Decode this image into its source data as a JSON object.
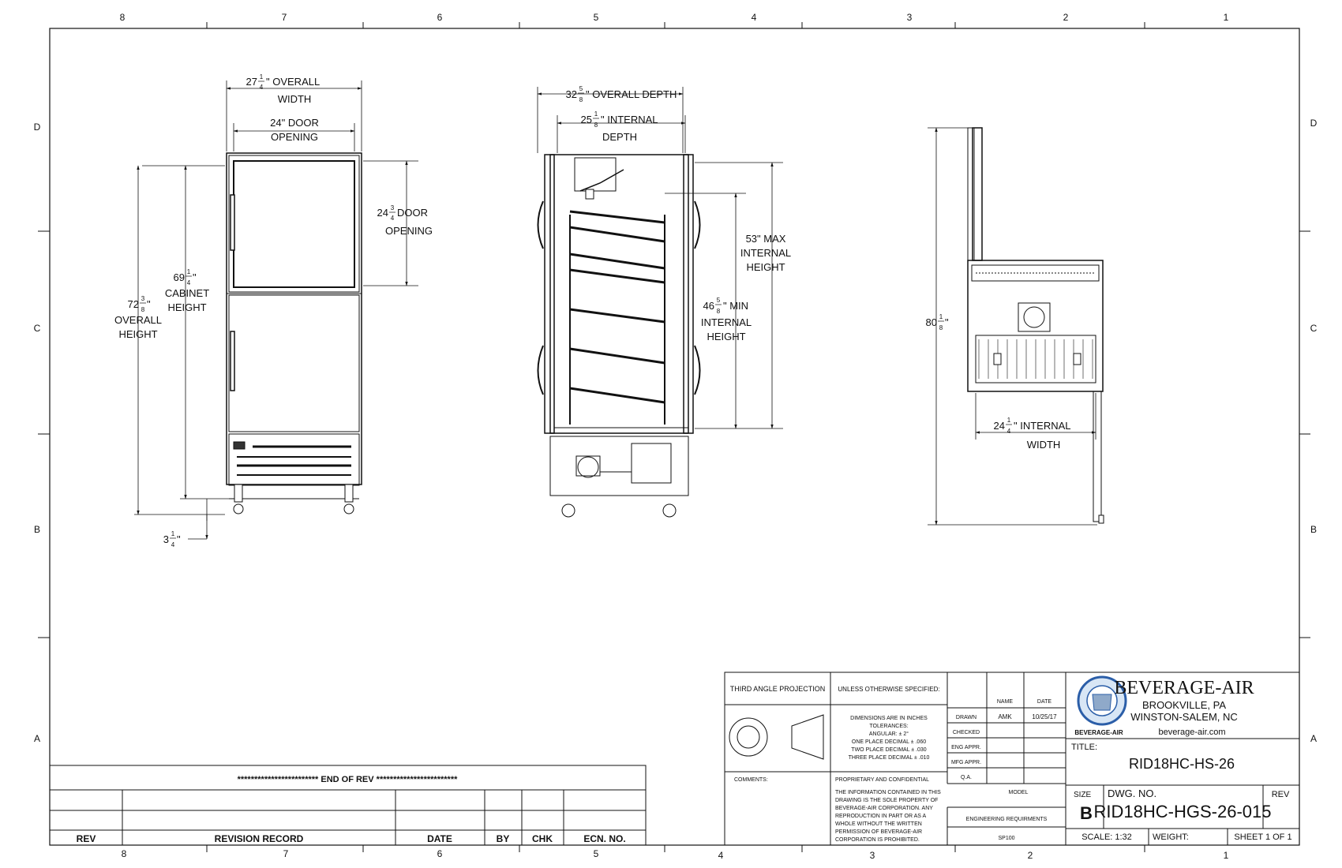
{
  "grid": {
    "columns_top": [
      "8",
      "7",
      "6",
      "5",
      "4",
      "3",
      "2",
      "1"
    ],
    "columns_bottom": [
      "8",
      "7",
      "6",
      "5",
      "4",
      "3",
      "2",
      "1"
    ],
    "rows_left": [
      "D",
      "C",
      "B",
      "A"
    ],
    "rows_right": [
      "D",
      "C",
      "B",
      "A"
    ]
  },
  "front_view": {
    "overall_width": {
      "whole": "27",
      "num": "1",
      "den": "4",
      "label": "\" OVERALL",
      "label2": "WIDTH"
    },
    "door_opening_width": {
      "label": "24\" DOOR",
      "label2": "OPENING"
    },
    "door_opening_height": {
      "whole": "24",
      "num": "3",
      "den": "4",
      "label": " DOOR",
      "label2": "OPENING"
    },
    "cabinet_height": {
      "whole": "69",
      "num": "1",
      "den": "4",
      "label": "\"",
      "label2": "CABINET",
      "label3": "HEIGHT"
    },
    "overall_height": {
      "whole": "72",
      "num": "3",
      "den": "8",
      "label": "\"",
      "label2": "OVERALL",
      "label3": "HEIGHT"
    },
    "caster": {
      "whole": "3",
      "num": "1",
      "den": "4",
      "label": "\""
    }
  },
  "side_view": {
    "overall_depth": {
      "whole": "32",
      "num": "5",
      "den": "8",
      "label": "\" OVERALL DEPTH"
    },
    "internal_depth": {
      "whole": "25",
      "num": "1",
      "den": "8",
      "label": "\" INTERNAL",
      "label2": "DEPTH"
    },
    "max_height": {
      "label": "53\" MAX",
      "label2": "INTERNAL",
      "label3": "HEIGHT"
    },
    "min_height": {
      "whole": "46",
      "num": "5",
      "den": "8",
      "label": "\" MIN",
      "label2": "INTERNAL",
      "label3": "HEIGHT"
    }
  },
  "top_view": {
    "height": {
      "whole": "80",
      "num": "1",
      "den": "8",
      "label": "\""
    },
    "internal_width": {
      "whole": "24",
      "num": "1",
      "den": "4",
      "label": "\" INTERNAL",
      "label2": "WIDTH"
    }
  },
  "revision_block": {
    "end_of_rev": "************************ END OF REV ************************",
    "headers": [
      "REV",
      "REVISION RECORD",
      "DATE",
      "BY",
      "CHK",
      "ECN. NO."
    ]
  },
  "title_block": {
    "projection": "THIRD ANGLE PROJECTION",
    "unless": "UNLESS OTHERWISE SPECIFIED:",
    "tolerances": [
      "DIMENSIONS ARE IN INCHES",
      "TOLERANCES:",
      "ANGULAR: ± 2°",
      "ONE PLACE DECIMAL ± .060",
      "TWO PLACE DECIMAL ± .030",
      "THREE PLACE DECIMAL ± .010"
    ],
    "comments": "COMMENTS:",
    "proprietary_title": "PROPRIETARY AND CONFIDENTIAL",
    "proprietary_text": [
      "THE INFORMATION CONTAINED IN THIS",
      "DRAWING IS THE SOLE PROPERTY OF",
      "BEVERAGE-AIR CORPORATION. ANY",
      "REPRODUCTION IN PART OR AS A",
      "WHOLE WITHOUT THE WRITTEN",
      "PERMISSION OF BEVERAGE-AIR",
      "CORPORATION IS PROHIBITED."
    ],
    "name_header": "NAME",
    "date_header": "DATE",
    "drawn_label": "DRAWN",
    "drawn_name": "AMK",
    "drawn_date": "10/25/17",
    "checked_label": "CHECKED",
    "eng_appr": "ENG APPR.",
    "mfg_appr": "MFG APPR.",
    "qa": "Q.A.",
    "model_label": "MODEL",
    "eng_req": "ENGINEERING REQUIRMENTS",
    "sp": "SP100",
    "company": "BEVERAGE-AIR",
    "city1": "BROOKVILLE, PA",
    "city2": "WINSTON-SALEM, NC",
    "website": "beverage-air.com",
    "logo_caption": "BEVERAGE-AIR",
    "title_label": "TITLE:",
    "title": "RID18HC-HS-26",
    "size_label": "SIZE",
    "size": "B",
    "dwg_label": "DWG. NO.",
    "dwg_no": "RID18HC-HGS-26-015",
    "rev_label": "REV",
    "scale": "SCALE: 1:32",
    "weight": "WEIGHT:",
    "sheet": "SHEET 1 OF 1"
  }
}
